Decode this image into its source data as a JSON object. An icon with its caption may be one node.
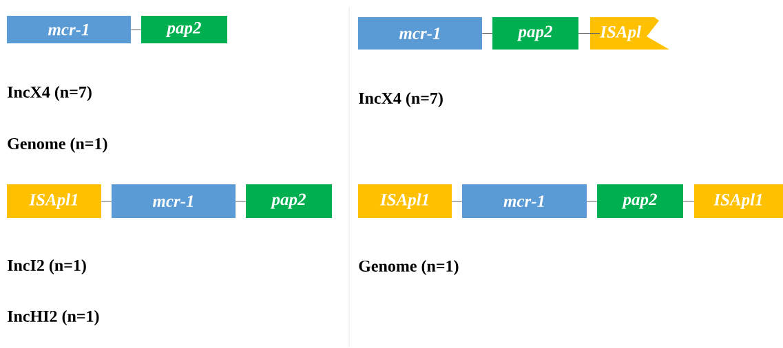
{
  "diagram": {
    "nodes": [
      {
        "text": [
          "mcr-1"
        ]
      },
      {
        "text": [
          "pap2"
        ]
      },
      {
        "text": [
          "mcr-1"
        ]
      },
      {
        "text": [
          "pap2"
        ]
      },
      {
        "text": [
          "ISApl"
        ]
      },
      {
        "text": [
          "ISApl1"
        ]
      },
      {
        "text": [
          "mcr-1"
        ]
      },
      {
        "text": [
          "pap2"
        ]
      },
      {
        "text": [
          "ISApl1"
        ]
      },
      {
        "text": [
          "mcr-1"
        ]
      },
      {
        "text": [
          "pap2"
        ]
      },
      {
        "text": [
          "ISApl1"
        ]
      }
    ],
    "edges": [
      {
        "from": 0,
        "to": 1,
        "arrow": "none"
      },
      {
        "from": 2,
        "to": 3,
        "arrow": "none"
      },
      {
        "from": 3,
        "to": 4,
        "arrow": "none"
      },
      {
        "from": 5,
        "to": 6,
        "arrow": "none"
      },
      {
        "from": 6,
        "to": 7,
        "arrow": "none"
      },
      {
        "from": 8,
        "to": 9,
        "arrow": "none"
      },
      {
        "from": 9,
        "to": 10,
        "arrow": "none"
      },
      {
        "from": 10,
        "to": 11,
        "arrow": "none"
      }
    ],
    "labels": [
      "IncX4 (n=7)",
      "Genome (n=1)",
      "IncI2 (n=1)",
      "IncHI2 (n=1)",
      "IncX4 (n=7)",
      "Genome (n=1)"
    ]
  }
}
